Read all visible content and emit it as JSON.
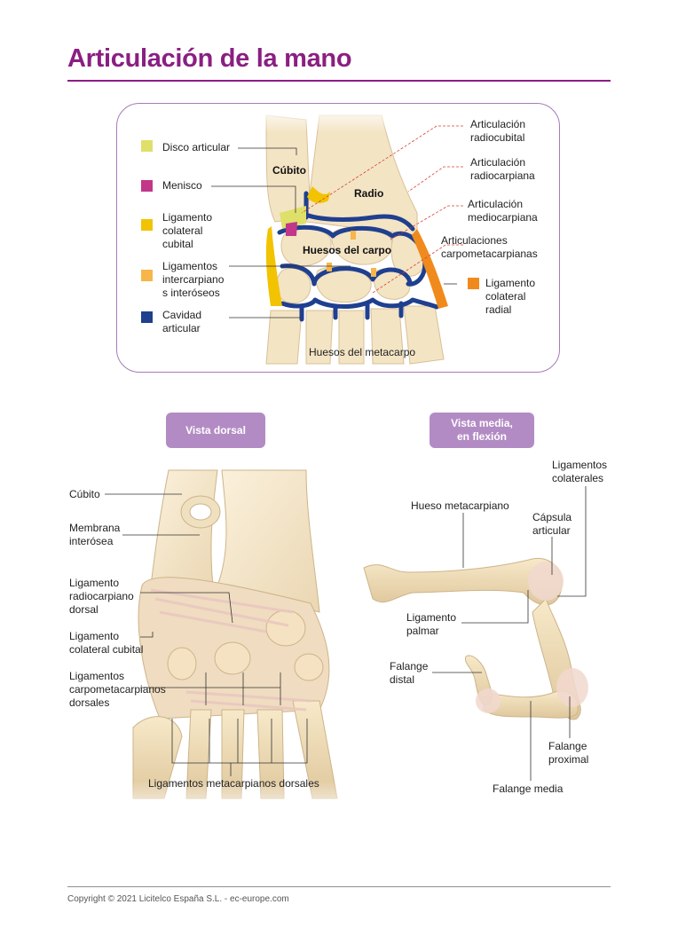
{
  "header": {
    "title": "Articulación de la mano"
  },
  "top_diagram": {
    "legend": [
      {
        "label": "Disco articular",
        "color": "#dfe06a"
      },
      {
        "label": "Menisco",
        "color": "#c2378a"
      },
      {
        "label": "Ligamento\ncolateral\ncubital",
        "color": "#f2c300"
      },
      {
        "label": "Ligamentos\nintercarpiano\ns interóseos",
        "color": "#f7b54a"
      },
      {
        "label": "Cavidad\narticular",
        "color": "#1f3f8f"
      }
    ],
    "bone_labels": {
      "cubito": "Cúbito",
      "radio": "Radio",
      "carpo": "Huesos del carpo",
      "metacarpo": "Huesos del metacarpo"
    },
    "right_labels": {
      "radiocubital": "Articulación\nradiocubital",
      "radiocarpiana": "Articulación\nradiocarpiana",
      "mediocarpiana": "Articulación\nmediocarpiana",
      "carpometacarpianas": "Articulaciones\ncarpometacarpianas",
      "colateral_radial": "Ligamento\ncolateral\nradial"
    },
    "colateral_radial_color": "#f08a1c"
  },
  "dorsal_view": {
    "pill": "Vista dorsal",
    "labels": {
      "cubito": "Cúbito",
      "membrana": "Membrana\ninterósea",
      "radiocarpiano": "Ligamento\nradiocarpiano\ndorsal",
      "colateral_cubital": "Ligamento\ncolateral cubital",
      "carpometacarpianos": "Ligamentos\ncarpometacarpianos\ndorsales",
      "metacarpianos": "Ligamentos metacarpianos dorsales"
    }
  },
  "medial_view": {
    "pill": "Vista media,\nen flexión",
    "labels": {
      "colaterales": "Ligamentos\ncolaterales",
      "hueso_metacarpiano": "Hueso metacarpiano",
      "capsula": "Cápsula\narticular",
      "palmar": "Ligamento\npalmar",
      "falange_distal": "Falange\ndistal",
      "falange_proximal": "Falange\nproximal",
      "falange_media": "Falange media"
    }
  },
  "footer": {
    "copyright": "Copyright © 2021 Licitelco España S.L. - ec-europe.com"
  }
}
